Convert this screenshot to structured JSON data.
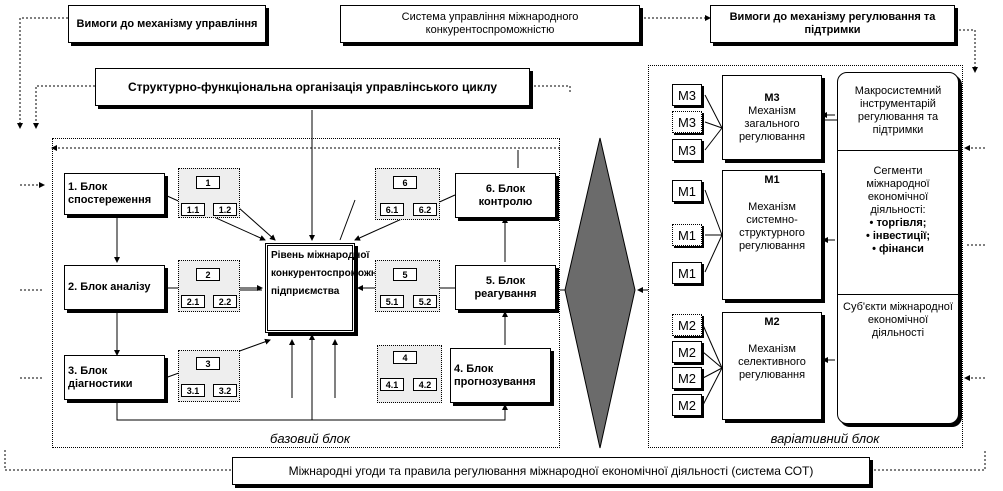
{
  "top": {
    "req_management": "Вимоги до механізму управління",
    "system_title": "Система управління міжнародного конкурентоспроможністю",
    "req_regulation": "Вимоги до механізму регулювання та підтримки",
    "structural": "Структурно-функціональна організація управлінського циклу"
  },
  "base_blocks": {
    "b1": "1. Блок спостереження",
    "b2": "2. Блок аналізу",
    "b3": "3. Блок діагностики",
    "b4": "4. Блок прогнозування",
    "b5": "5. Блок реагування",
    "b6": "6. Блок контролю",
    "center": "Рівень міжнародної конкурентоспроможності підприємства"
  },
  "trees": [
    {
      "root": "1",
      "leaves": [
        "1.1",
        "1.2"
      ]
    },
    {
      "root": "2",
      "leaves": [
        "2.1",
        "2.2"
      ]
    },
    {
      "root": "3",
      "leaves": [
        "3.1",
        "3.2"
      ]
    },
    {
      "root": "4",
      "leaves": [
        "4.1",
        "4.2"
      ]
    },
    {
      "root": "5",
      "leaves": [
        "5.1",
        "5.2"
      ]
    },
    {
      "root": "6",
      "leaves": [
        "6.1",
        "6.2"
      ]
    }
  ],
  "captions": {
    "base": "базовий блок",
    "variant": "варіативний блок"
  },
  "variant": {
    "m3": {
      "title": "М3",
      "text": "Механізм загального регулювання"
    },
    "m1": {
      "title": "М1",
      "text": "Механізм системно-структурного регулювання"
    },
    "m2": {
      "title": "М2",
      "text": "Механізм селективного регулювання"
    },
    "m3_items": [
      "М3",
      "М3",
      "М3"
    ],
    "m1_items": [
      "М1",
      "М1",
      "М1"
    ],
    "m2_items": [
      "М2",
      "М2",
      "М2",
      "М2"
    ],
    "right_top": "Макросистемний інструментарій регулювання та підтримки",
    "right_mid_title": "Сегменти міжнародної економічної діяльності:",
    "right_mid_items": [
      "• торгівля;",
      "• інвестиції;",
      "• фінанси"
    ],
    "right_bottom": "Суб'єкти міжнародної економічної діяльності"
  },
  "bottom": "Міжнародні угоди та правила регулювання міжнародної економічної діяльності (система СОТ)",
  "colors": {
    "diamond": "#6b6b6b"
  }
}
